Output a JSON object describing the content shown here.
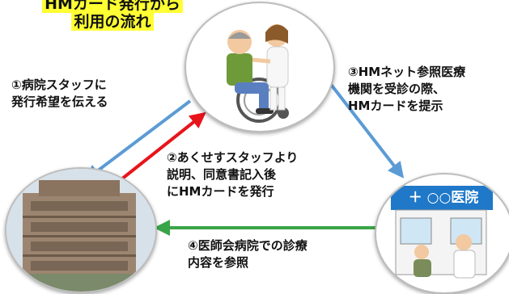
{
  "title": {
    "line1": "HMカード発行から",
    "line2": "利用の流れ"
  },
  "steps": [
    {
      "text": "①病院スタッフに\n発行希望を伝える"
    },
    {
      "text": "②あくせすスタッフより\n説明、同意書記入後\nにHMカードを発行"
    },
    {
      "text": "③HMネット参照医療\n機関を受診の際、\nHMカードを提示"
    },
    {
      "text": "④医師会病院での診療\n内容を参照"
    }
  ],
  "clinic_sign": "＋ ○○医院",
  "colors": {
    "title_highlight": "#ffff33",
    "arrow_blue": "#5b9bd5",
    "arrow_red": "#e8141b",
    "arrow_green": "#3aa548"
  }
}
